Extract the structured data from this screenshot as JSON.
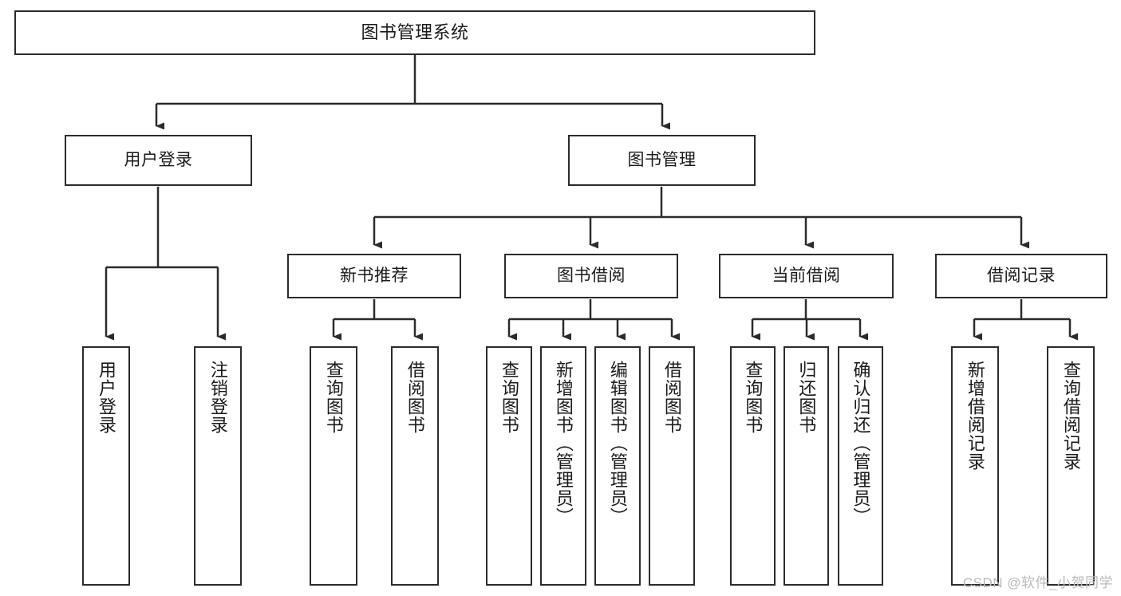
{
  "diagram": {
    "title": "图书管理系统",
    "type": "tree-hierarchy",
    "orientation": "top-down",
    "colors": {
      "box_border": "#2b2b2b",
      "box_fill": "#ffffff",
      "edge": "#2b2b2b",
      "text": "#1a1a1a",
      "watermark": "#b9b9b9",
      "background": "#ffffff"
    }
  },
  "watermark": {
    "text": "CSDN @软件_小贺同学"
  },
  "nodes": {
    "root": {
      "label": "图书管理系统"
    },
    "level2": [
      {
        "label": "用户登录"
      },
      {
        "label": "图书管理"
      }
    ],
    "level3": [
      {
        "label": "新书推荐"
      },
      {
        "label": "图书借阅"
      },
      {
        "label": "当前借阅"
      },
      {
        "label": "借阅记录"
      }
    ],
    "leaves_user_login": [
      {
        "label": "用户登录"
      },
      {
        "label": "注销登录"
      }
    ],
    "leaves_new_book": [
      {
        "label": "查询图书"
      },
      {
        "label": "借阅图书"
      }
    ],
    "leaves_borrow": [
      {
        "label": "查询图书"
      },
      {
        "label": "新增图书（管理员）"
      },
      {
        "label": "编辑图书（管理员）"
      },
      {
        "label": "借阅图书"
      }
    ],
    "leaves_current": [
      {
        "label": "查询图书"
      },
      {
        "label": "归还图书"
      },
      {
        "label": "确认归还（管理员）"
      }
    ],
    "leaves_record": [
      {
        "label": "新增借阅记录"
      },
      {
        "label": "查询借阅记录"
      }
    ]
  }
}
